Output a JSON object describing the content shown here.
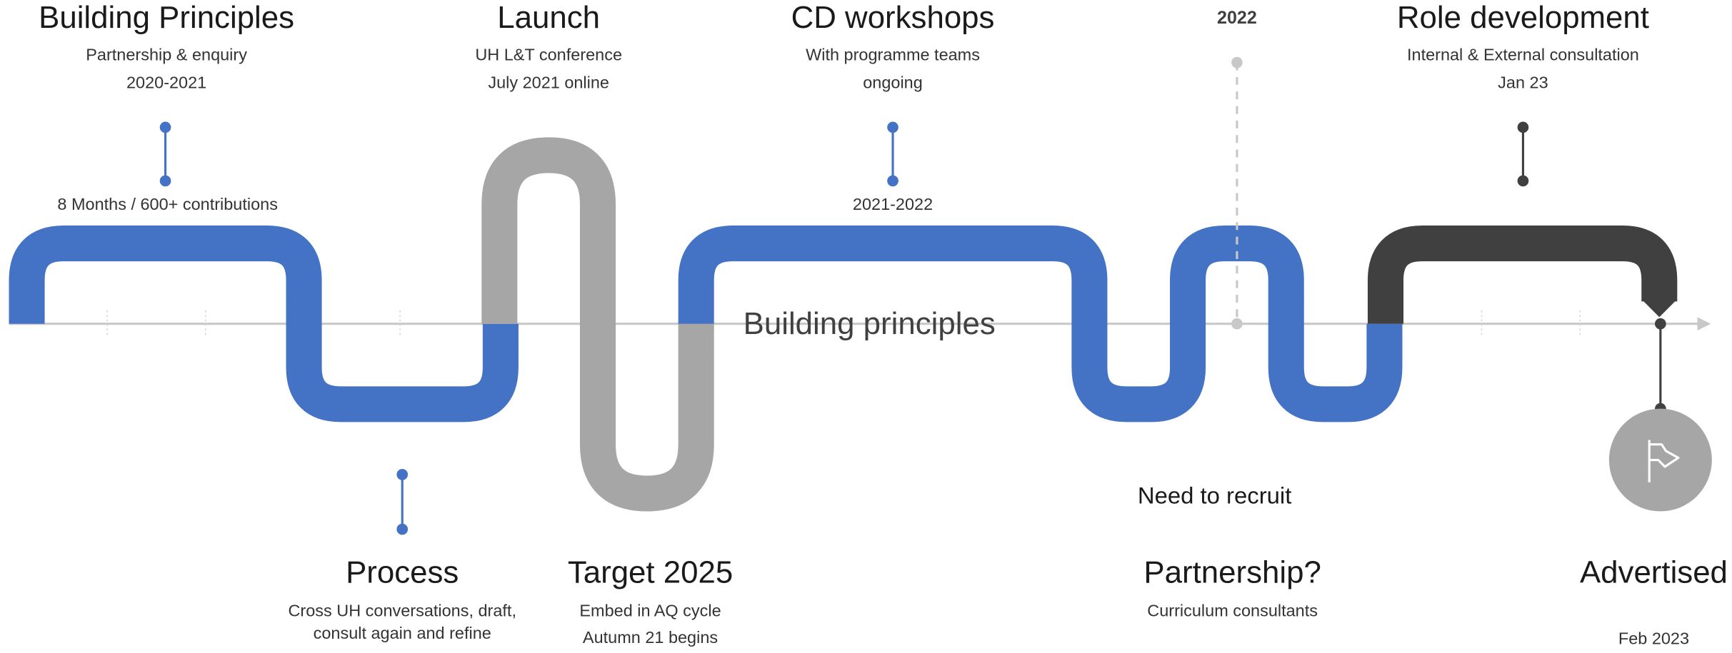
{
  "colors": {
    "blue": "#4472C4",
    "grey": "#A6A6A6",
    "dark": "#404040",
    "axis": "#C8C8C8"
  },
  "center_label": "Building principles",
  "milestones": [
    {
      "id": "building",
      "title": "Building Principles",
      "line1": "Partnership & enquiry",
      "line2": "2020-2021",
      "caption": "8 Months / 600+ contributions"
    },
    {
      "id": "launch",
      "title": "Launch",
      "line1": "UH L&T conference",
      "line2": "July 2021 online"
    },
    {
      "id": "cdw",
      "title": "CD workshops",
      "line1": "With programme teams",
      "line2": "ongoing",
      "caption": "2021-2022"
    },
    {
      "id": "year",
      "title": "2022"
    },
    {
      "id": "role",
      "title": "Role development",
      "line1": "Internal & External consultation",
      "line2": "Jan 23"
    },
    {
      "id": "process",
      "title": "Process",
      "line1": "Cross UH conversations, draft,",
      "line2": "consult again and refine"
    },
    {
      "id": "target",
      "title": "Target 2025",
      "line1": "Embed in AQ cycle",
      "line2": "Autumn 21 begins"
    },
    {
      "id": "recruit",
      "title": "Need to recruit"
    },
    {
      "id": "partnership",
      "title": "Partnership?",
      "line1": "Curriculum consultants"
    },
    {
      "id": "advertised",
      "title": "Advertised",
      "line2": "Feb 2023"
    }
  ],
  "end_icon": "flag-icon"
}
